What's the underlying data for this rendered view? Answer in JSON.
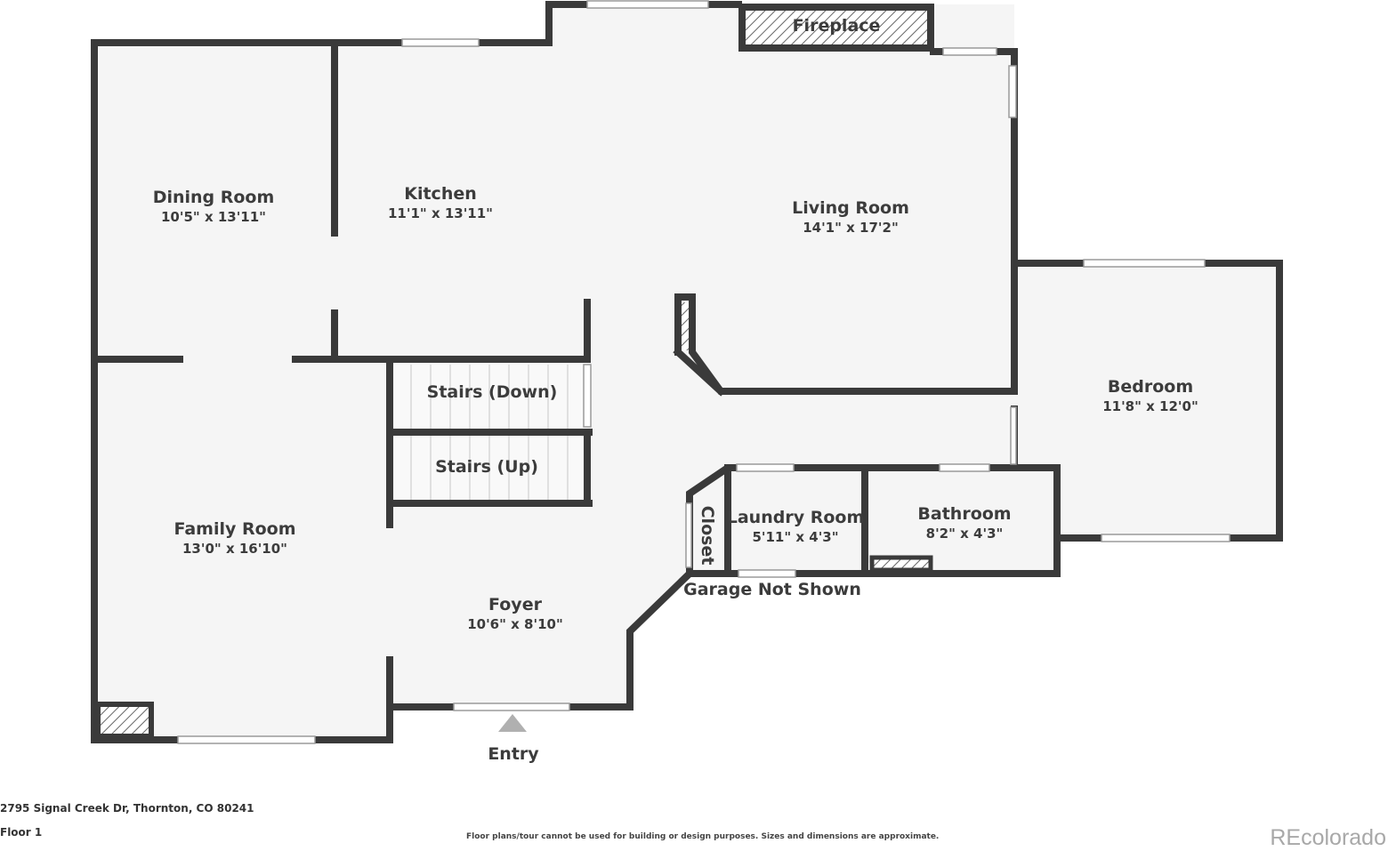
{
  "rooms": {
    "dining": {
      "name": "Dining Room",
      "dims": "10'5\" x 13'11\""
    },
    "kitchen": {
      "name": "Kitchen",
      "dims": "11'1\" x 13'11\""
    },
    "living": {
      "name": "Living Room",
      "dims": "14'1\" x 17'2\""
    },
    "bedroom": {
      "name": "Bedroom",
      "dims": "11'8\" x 12'0\""
    },
    "family": {
      "name": "Family Room",
      "dims": "13'0\" x 16'10\""
    },
    "foyer": {
      "name": "Foyer",
      "dims": "10'6\" x 8'10\""
    },
    "laundry": {
      "name": "Laundry Room",
      "dims": "5'11\" x 4'3\""
    },
    "bathroom": {
      "name": "Bathroom",
      "dims": "8'2\" x 4'3\""
    }
  },
  "labels": {
    "fireplace": "Fireplace",
    "stairs_down": "Stairs (Down)",
    "stairs_up": "Stairs (Up)",
    "closet": "Closet",
    "garage": "Garage Not Shown",
    "entry": "Entry"
  },
  "footer": {
    "address": "2795 Signal Creek Dr, Thornton, CO 80241",
    "floor": "Floor 1",
    "disclaimer": "Floor plans/tour cannot be used for building or design purposes. Sizes and dimensions are approximate.",
    "brand": "REcolorado"
  },
  "colors": {
    "wall": "#3a3a3a",
    "floor": "#f5f5f5",
    "text": "#3c3c3c"
  }
}
